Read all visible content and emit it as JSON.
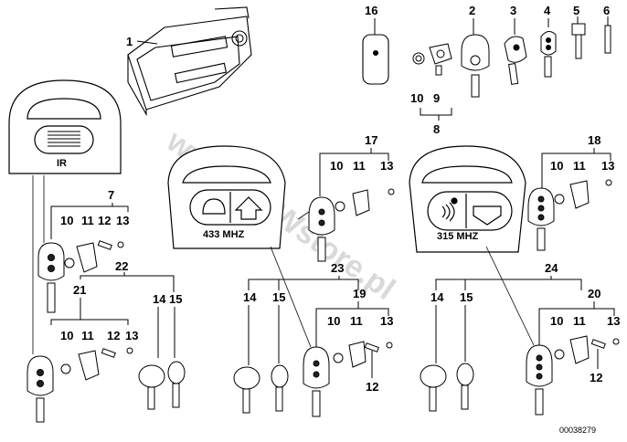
{
  "callouts": {
    "n1": "1",
    "n2": "2",
    "n3": "3",
    "n4": "4",
    "n5": "5",
    "n6": "6",
    "n7": "7",
    "n8": "8",
    "n9": "9",
    "n10": "10",
    "n11": "11",
    "n12": "12",
    "n13": "13",
    "n14": "14",
    "n15": "15",
    "n16": "16",
    "n17": "17",
    "n18": "18",
    "n19": "19",
    "n20": "20",
    "n21": "21",
    "n22": "22",
    "n23": "23",
    "n24": "24"
  },
  "panels": {
    "ir": "IR",
    "f433": "433 MHZ",
    "f315": "315 MHZ"
  },
  "diagram_number": "00038279",
  "watermark": "www.BMWstore.pl"
}
